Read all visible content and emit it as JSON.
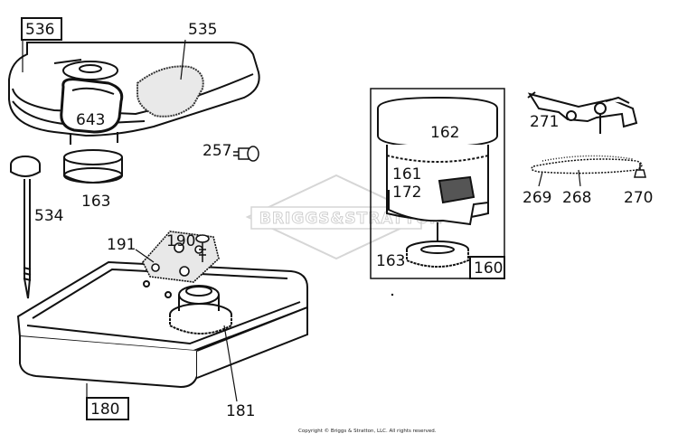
{
  "watermark": "BRIGGS&STRATTON",
  "copyright": "Copyright © Briggs & Stratton, LLC. All rights reserved.",
  "parts": {
    "p536": "536",
    "p535": "535",
    "p643": "643",
    "p163_top": "163",
    "p257": "257",
    "p534": "534",
    "p191": "191",
    "p190": "190",
    "p180": "180",
    "p181": "181",
    "p162": "162",
    "p161": "161",
    "p172": "172",
    "p163_filter": "163",
    "p160": "160",
    "p271": "271",
    "p269": "269",
    "p268": "268",
    "p270": "270"
  }
}
